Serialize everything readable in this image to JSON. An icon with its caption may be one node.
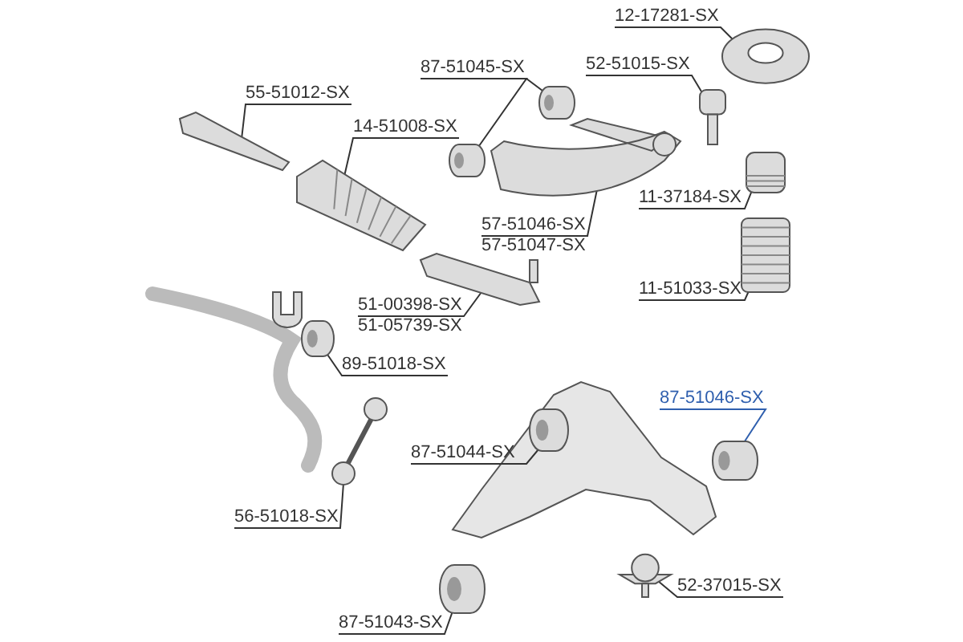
{
  "diagram": {
    "nodes": [
      {
        "text": [
          "55-51012-SX"
        ]
      },
      {
        "text": [
          "14-51008-SX"
        ]
      },
      {
        "text": [
          "87-51045-SX"
        ]
      },
      {
        "text": [
          "52-51015-SX"
        ]
      },
      {
        "text": [
          "12-17281-SX"
        ]
      },
      {
        "text": [
          "57-51046-SX",
          "57-51047-SX"
        ]
      },
      {
        "text": [
          "11-37184-SX"
        ]
      },
      {
        "text": [
          "51-00398-SX",
          "51-05739-SX"
        ]
      },
      {
        "text": [
          "11-51033-SX"
        ]
      },
      {
        "text": [
          "89-51018-SX"
        ]
      },
      {
        "text": [
          "87-51044-SX"
        ]
      },
      {
        "text": [
          "87-51046-SX"
        ]
      },
      {
        "text": [
          "56-51018-SX"
        ]
      },
      {
        "text": [
          "52-37015-SX"
        ]
      },
      {
        "text": [
          "87-51043-SX"
        ]
      },
      {
        "text": [],
        "shape": "picture"
      },
      {
        "text": [],
        "shape": "picture"
      },
      {
        "text": [],
        "shape": "picture"
      },
      {
        "text": [],
        "shape": "picture"
      },
      {
        "text": [],
        "shape": "picture"
      },
      {
        "text": [],
        "shape": "picture"
      },
      {
        "text": [],
        "shape": "picture"
      },
      {
        "text": [],
        "shape": "picture"
      },
      {
        "text": [],
        "shape": "picture"
      },
      {
        "text": [],
        "shape": "picture"
      },
      {
        "text": [],
        "shape": "picture"
      },
      {
        "text": [],
        "shape": "picture"
      },
      {
        "text": [],
        "shape": "picture"
      },
      {
        "text": [],
        "shape": "picture"
      },
      {
        "text": [],
        "shape": "picture"
      },
      {
        "text": [],
        "shape": "picture"
      }
    ],
    "edges": [
      {
        "from": 0,
        "to": 15,
        "arrow": "none"
      },
      {
        "from": 1,
        "to": 16,
        "arrow": "none"
      },
      {
        "from": 2,
        "to": 17,
        "arrow": "none"
      },
      {
        "from": 2,
        "to": 18,
        "arrow": "none"
      },
      {
        "from": 3,
        "to": 19,
        "arrow": "none"
      },
      {
        "from": 4,
        "to": 20,
        "arrow": "none"
      },
      {
        "from": 5,
        "to": 21,
        "arrow": "none"
      },
      {
        "from": 6,
        "to": 22,
        "arrow": "none"
      },
      {
        "from": 7,
        "to": 23,
        "arrow": "none"
      },
      {
        "from": 8,
        "to": 24,
        "arrow": "none"
      },
      {
        "from": 9,
        "to": 25,
        "arrow": "none"
      },
      {
        "from": 10,
        "to": 26,
        "arrow": "none"
      },
      {
        "from": 11,
        "to": 27,
        "arrow": "none",
        "color": "#2f5fae"
      },
      {
        "from": 12,
        "to": 28,
        "arrow": "none"
      },
      {
        "from": 13,
        "to": 29,
        "arrow": "none"
      },
      {
        "from": 14,
        "to": 30,
        "arrow": "none"
      }
    ]
  }
}
